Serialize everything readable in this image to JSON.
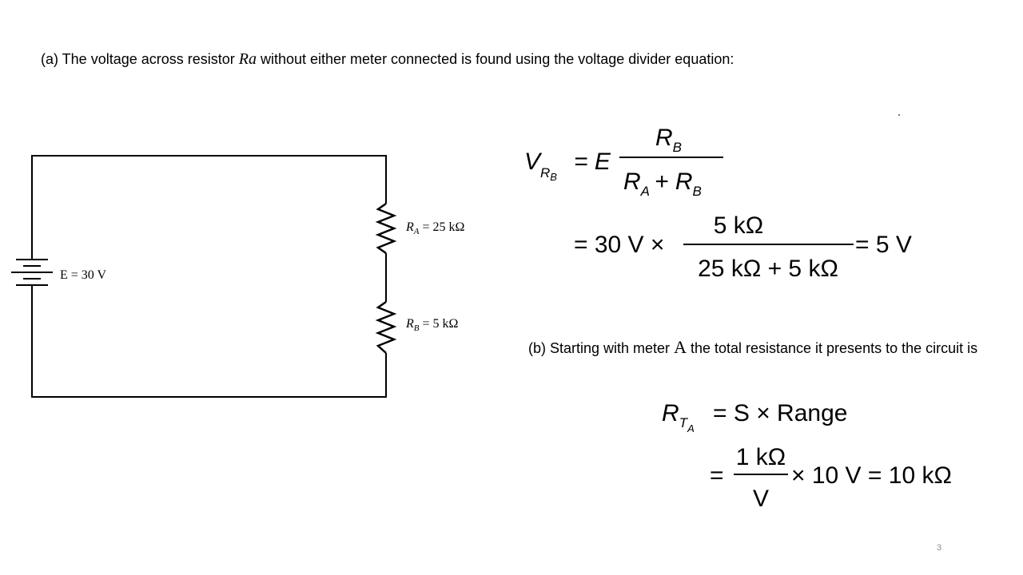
{
  "part_a": {
    "lead": "(a) The voltage across resistor ",
    "var": "Ra",
    "tail": " without either meter connected is found using the voltage divider equation:"
  },
  "circuit": {
    "source_label": "E = 30 V",
    "ra_symbol": "R",
    "ra_sub": "A",
    "ra_value": " = 25 kΩ",
    "rb_symbol": "R",
    "rb_sub": "B",
    "rb_value": " = 5 kΩ"
  },
  "equation1": {
    "lhs_v": "V",
    "lhs_sub_r": "R",
    "lhs_sub_b": "B",
    "eq_e": "= E",
    "num_r": "R",
    "num_sub": "B",
    "den": "R",
    "den_sub_a": "A",
    "den_plus": "+ R",
    "den_sub_b": "B",
    "line2_lhs": "= 30 V ×",
    "line2_num": "5 kΩ",
    "line2_den": "25 kΩ + 5 kΩ",
    "line2_result": "= 5 V"
  },
  "part_b": {
    "lead": "(b) Starting with meter ",
    "var": "A",
    "tail": " the total resistance it presents to the circuit is"
  },
  "equation2": {
    "lhs_r": "R",
    "lhs_sub_t": "T",
    "lhs_sub_a": "A",
    "rhs": "= S × Range",
    "line2_eq": "=",
    "line2_num": "1 kΩ",
    "line2_den": "V",
    "line2_rest": "× 10 V = 10 kΩ"
  },
  "page_number": "3"
}
